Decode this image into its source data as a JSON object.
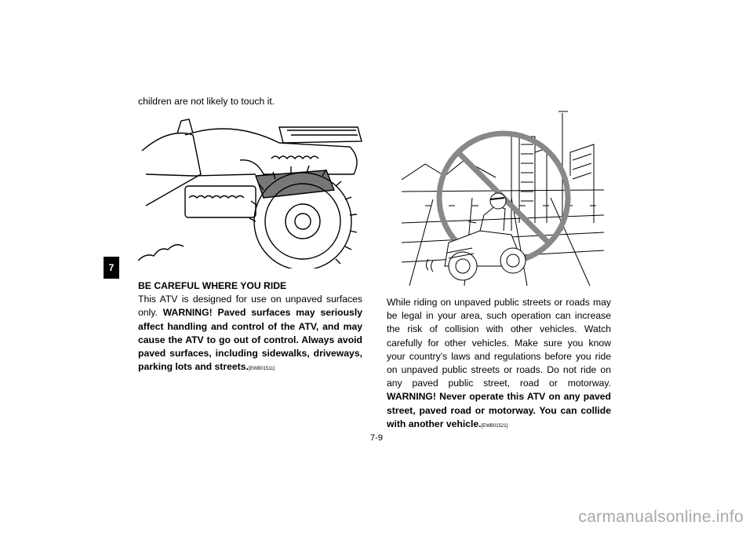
{
  "page": {
    "chapter_tab": "7",
    "page_number": "7-9",
    "watermark": "carmanualsonline.info"
  },
  "left": {
    "lead_text": "children are not likely to touch it.",
    "heading": "BE CAREFUL WHERE YOU RIDE",
    "body": "This ATV is designed for use on unpaved surfaces only. ",
    "warning": "WARNING! Paved surfaces may seriously affect handling and control of the ATV, and may cause the ATV to go out of control. Always avoid paved surfaces, including sidewalks, driveways, parking lots and streets.",
    "code": "[EWB01511]"
  },
  "right": {
    "body": "While riding on unpaved public streets or roads may be legal in your area, such operation can increase the risk of collision with other vehicles. Watch carefully for other vehicles. Make sure you know your country’s laws and regulations before you ride on unpaved public streets or roads. Do not ride on any paved public street, road or motorway. ",
    "warning": "WARNING! Never operate this ATV on any paved street, paved road or motorway. You can collide with another vehicle.",
    "code": "[EWB01521]"
  }
}
